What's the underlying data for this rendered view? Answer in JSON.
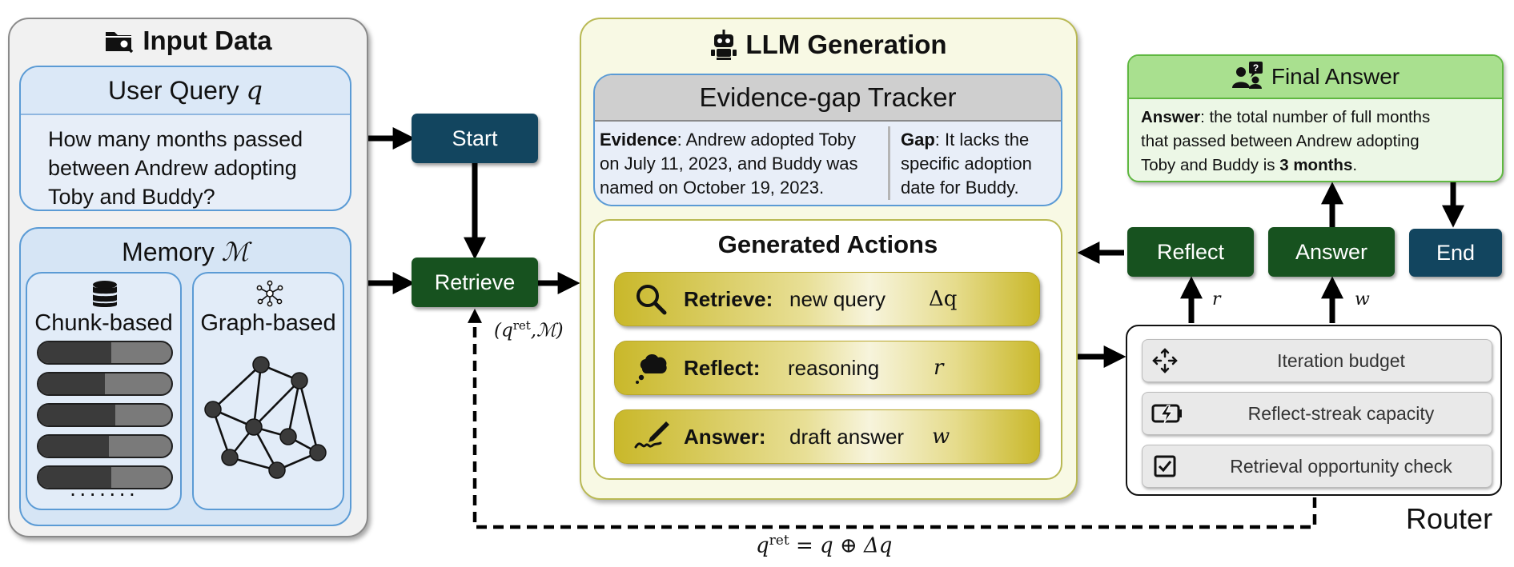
{
  "input_panel": {
    "title": "Input Data",
    "icon": "folder-search-icon",
    "user_query": {
      "title": "User Query",
      "symbol": "q",
      "text_lines": [
        "How many months passed",
        "between Andrew adopting",
        "Toby and Buddy?"
      ]
    },
    "memory": {
      "title": "Memory",
      "symbol": "ℳ",
      "chunk_label": "Chunk-based",
      "chunk_icon": "database-icon",
      "chunk_fill": [
        0.55,
        0.5,
        0.58,
        0.53,
        0.55
      ],
      "ellipsis": "·······",
      "graph_label": "Graph-based",
      "graph_icon": "network-icon"
    }
  },
  "nodes": {
    "start": "Start",
    "retrieve": "Retrieve",
    "reflect": "Reflect",
    "answer": "Answer",
    "end": "End"
  },
  "edge_labels": {
    "retrieve_input": "(q",
    "retrieve_input_sup": "ret",
    "retrieve_input_tail": ",ℳ)",
    "loop_q": "q",
    "loop_sup": "ret",
    "loop_tail": " = q ⊕ Δq",
    "reflect_r": "r",
    "answer_w": "w"
  },
  "llm_panel": {
    "title": "LLM Generation",
    "icon": "robot-icon",
    "tracker": {
      "title": "Evidence-gap Tracker",
      "evidence_label": "Evidence",
      "evidence_lines": [
        ": Andrew adopted Toby",
        "on July 11, 2023, and Buddy was",
        "named on October 19, 2023."
      ],
      "gap_label": "Gap",
      "gap_lines": [
        ": It lacks the",
        "specific adoption",
        "date for Buddy."
      ]
    },
    "actions": {
      "title": "Generated Actions",
      "items": [
        {
          "icon": "magnifier-icon",
          "keyword": "Retrieve:",
          "desc": "new query",
          "symbol": "Δq"
        },
        {
          "icon": "thought-cloud-icon",
          "keyword": "Reflect:",
          "desc": "reasoning",
          "symbol": "r"
        },
        {
          "icon": "pen-signature-icon",
          "keyword": "Answer:",
          "desc": "draft answer",
          "symbol": "w"
        }
      ]
    }
  },
  "final_answer": {
    "title": "Final Answer",
    "icon": "person-question-icon",
    "label": "Answer",
    "lines": [
      ": the total number of full months",
      "that passed between Andrew adopting",
      "Toby and Buddy is "
    ],
    "bold_value": "3 months",
    "tail": "."
  },
  "router": {
    "label": "Router",
    "items": [
      {
        "icon": "move-arrows-icon",
        "label": "Iteration budget"
      },
      {
        "icon": "battery-charge-icon",
        "label": "Reflect-streak capacity"
      },
      {
        "icon": "checkbox-icon",
        "label": "Retrieval opportunity check"
      }
    ]
  }
}
